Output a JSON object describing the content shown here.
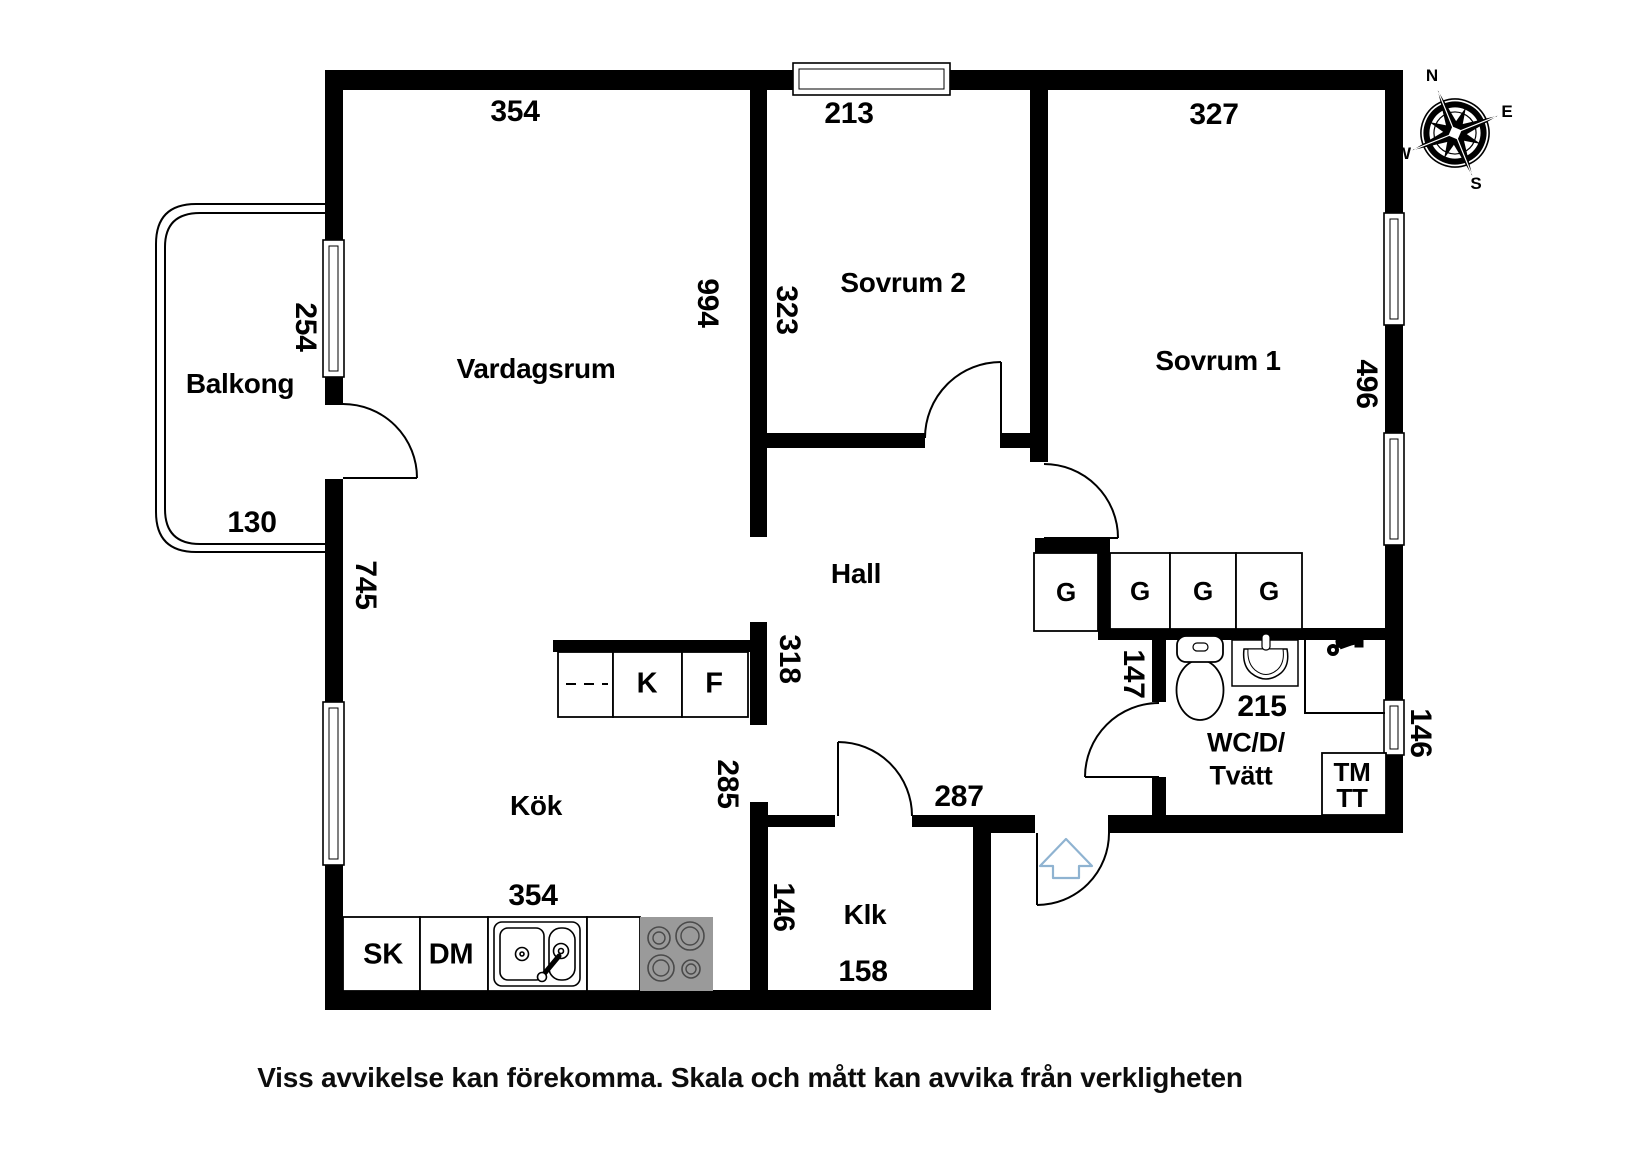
{
  "rooms": {
    "balkong": "Balkong",
    "vardagsrum": "Vardagsrum",
    "sovrum2": "Sovrum 2",
    "sovrum1": "Sovrum 1",
    "hall": "Hall",
    "kok": "Kök",
    "klk": "Klk",
    "wc_line1": "WC/D/",
    "wc_line2": "Tvätt"
  },
  "dimensions": {
    "vardagsrum_top": "354",
    "sovrum2_top": "213",
    "sovrum1_top": "327",
    "balkong_window": "254",
    "vardagsrum_height": "994",
    "sovrum2_height": "323",
    "sovrum1_height": "496",
    "balkong_bottom": "130",
    "kok_height": "745",
    "island": "318",
    "kok_opening": "285",
    "hall_entry": "287",
    "wc_door": "147",
    "wc_width": "215",
    "klk_width": "146",
    "klk_bottom": "158",
    "kok_bottom": "354",
    "wc_window": "146"
  },
  "fixtures": {
    "wardrobe": "G",
    "fridge": "K",
    "freezer": "F",
    "cabinet_sk": "SK",
    "dishwasher": "DM",
    "washing_machine": "TM",
    "dryer": "TT"
  },
  "compass": {
    "n": "N",
    "e": "E",
    "s": "S",
    "w": "W"
  },
  "colors": {
    "wall": "#000000",
    "stove": "#9a9a9a",
    "entry_arrow": "#8fb3d1",
    "background": "#ffffff"
  },
  "disclaimer": "Viss avvikelse kan förekomma. Skala och mått kan avvika från verkligheten"
}
